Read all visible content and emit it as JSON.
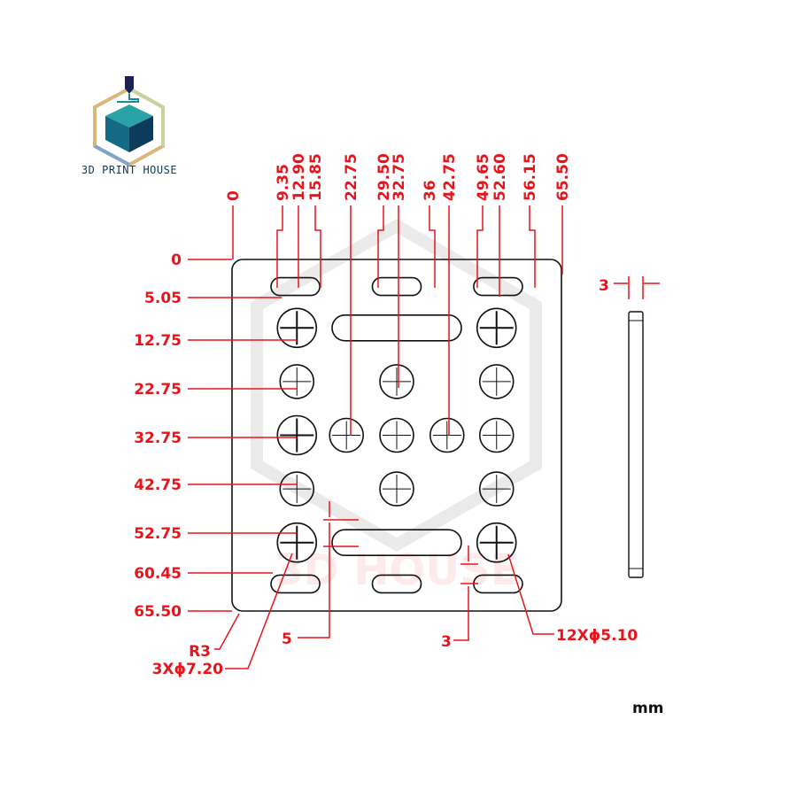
{
  "brand": {
    "name": "3D PRINT HOUSE",
    "watermark": "3D HOUSE"
  },
  "units": "mm",
  "colors": {
    "dimension": "#e8141b",
    "outline": "#111111",
    "logo_dark": "#0d3b5c",
    "logo_teal": "#1a8a9a"
  },
  "plate": {
    "width": 65.5,
    "height": 65.5,
    "thickness": 3,
    "corner_radius_label": "R3"
  },
  "x_dims": [
    "0",
    "9.35",
    "12.90",
    "15.85",
    "22.75",
    "29.50",
    "32.75",
    "36",
    "42.75",
    "49.65",
    "52.60",
    "56.15",
    "65.50"
  ],
  "y_dims": [
    "0",
    "5.05",
    "12.75",
    "22.75",
    "32.75",
    "42.75",
    "52.75",
    "60.45",
    "65.50"
  ],
  "callouts": {
    "radius": "R3",
    "large_holes": "3Xϕ7.20",
    "small_holes": "12Xϕ5.10",
    "slot_gap": "5",
    "slot_width": "3",
    "thickness": "3"
  }
}
